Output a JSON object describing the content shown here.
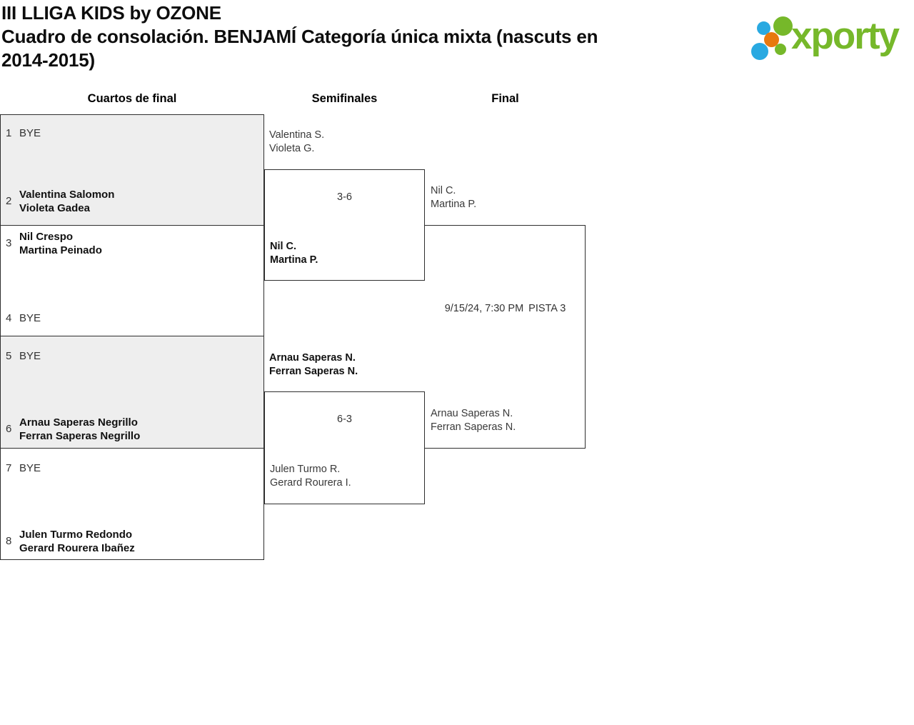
{
  "header": {
    "title": "III LLIGA KIDS by OZONE",
    "subtitle_line1": "Cuadro de consolación. BENJAMÍ Categoría única mixta (nascuts en",
    "subtitle_line2": "2014-2015)"
  },
  "logo": {
    "brand": "xporty"
  },
  "colors": {
    "logo_green": "#76b82a",
    "logo_blue": "#29a9e1",
    "logo_orange": "#e8790e",
    "box_border": "#2e2e2e",
    "bye_box_fill": "#eeeeee"
  },
  "columns": {
    "quarterfinals": "Cuartos de final",
    "semifinals": "Semifinales",
    "final": "Final"
  },
  "bracket": {
    "quarterfinals": [
      {
        "seed": "1",
        "line1": "BYE",
        "line2": ""
      },
      {
        "seed": "2",
        "line1": "Valentina Salomon",
        "line2": "Violeta Gadea"
      },
      {
        "seed": "3",
        "line1": "Nil Crespo",
        "line2": "Martina Peinado"
      },
      {
        "seed": "4",
        "line1": "BYE",
        "line2": ""
      },
      {
        "seed": "5",
        "line1": "BYE",
        "line2": ""
      },
      {
        "seed": "6",
        "line1": "Arnau Saperas Negrillo",
        "line2": "Ferran Saperas Negrillo"
      },
      {
        "seed": "7",
        "line1": "BYE",
        "line2": ""
      },
      {
        "seed": "8",
        "line1": "Julen Turmo Redondo",
        "line2": "Gerard Rourera Ibañez"
      }
    ],
    "semifinal1": {
      "top1": "Valentina S.",
      "top2": "Violeta G.",
      "score": "3-6",
      "bottom1": "Nil C.",
      "bottom2": "Martina P.",
      "winner": "bottom"
    },
    "semifinal2": {
      "top1": "Arnau Saperas N.",
      "top2": "Ferran Saperas N.",
      "score": "6-3",
      "bottom1": "Julen Turmo R.",
      "bottom2": "Gerard Rourera I.",
      "winner": "top"
    },
    "final": {
      "top1": "Nil C.",
      "top2": "Martina P.",
      "datetime": "9/15/24, 7:30 PM",
      "court": "PISTA 3",
      "bottom1": "Arnau Saperas N.",
      "bottom2": "Ferran Saperas N."
    }
  }
}
